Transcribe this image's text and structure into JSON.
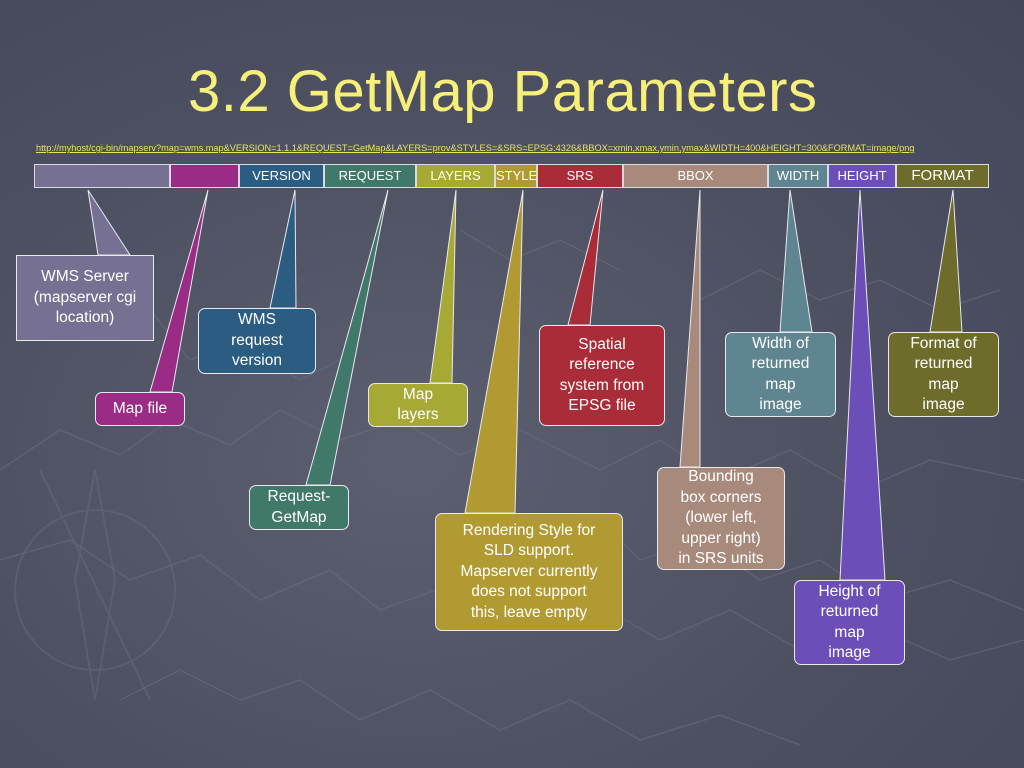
{
  "slide": {
    "title": "3.2 GetMap Parameters",
    "url": "http://myhost/cgi-bin/mapserv?map=wms.map&VERSION=1.1.1&REQUEST=GetMap&LAYERS=prov&STYLES=&SRS=EPSG:4326&BBOX=xmin,xmax,ymin,ymax&WIDTH=400&HEIGHT=300&FORMAT=image/png"
  },
  "params": [
    {
      "key": "server",
      "label": "",
      "color": "#767093"
    },
    {
      "key": "map",
      "label": "",
      "color": "#9b2c86"
    },
    {
      "key": "version",
      "label": "VERSION",
      "color": "#2b5d82"
    },
    {
      "key": "request",
      "label": "REQUEST",
      "color": "#40786a"
    },
    {
      "key": "layers",
      "label": "LAYERS",
      "color": "#a6aa35"
    },
    {
      "key": "style",
      "label": "STYLE",
      "color": "#b29a33"
    },
    {
      "key": "srs",
      "label": "SRS",
      "color": "#a92c38"
    },
    {
      "key": "bbox",
      "label": "BBOX",
      "color": "#a88a7c"
    },
    {
      "key": "width",
      "label": "WIDTH",
      "color": "#5e8590"
    },
    {
      "key": "height",
      "label": "HEIGHT",
      "color": "#6c4eb9"
    },
    {
      "key": "format",
      "label": "FORMAT",
      "color": "#6e6c2b"
    }
  ],
  "callouts": {
    "server": "WMS Server\n(mapserver cgi\nlocation)",
    "map": "Map file",
    "version": "WMS\nrequest\nversion",
    "request": "Request-\nGetMap",
    "layers": "Map\nlayers",
    "style": "Rendering Style for\nSLD support.\nMapserver currently\ndoes not support\nthis, leave empty",
    "srs": "Spatial\nreference\nsystem from\nEPSG file",
    "bbox": "Bounding\nbox corners\n(lower left,\nupper right)\nin SRS units",
    "width": "Width of\nreturned\nmap\nimage",
    "height": "Height of\nreturned\nmap\nimage",
    "format": "Format of\nreturned\nmap\nimage"
  }
}
